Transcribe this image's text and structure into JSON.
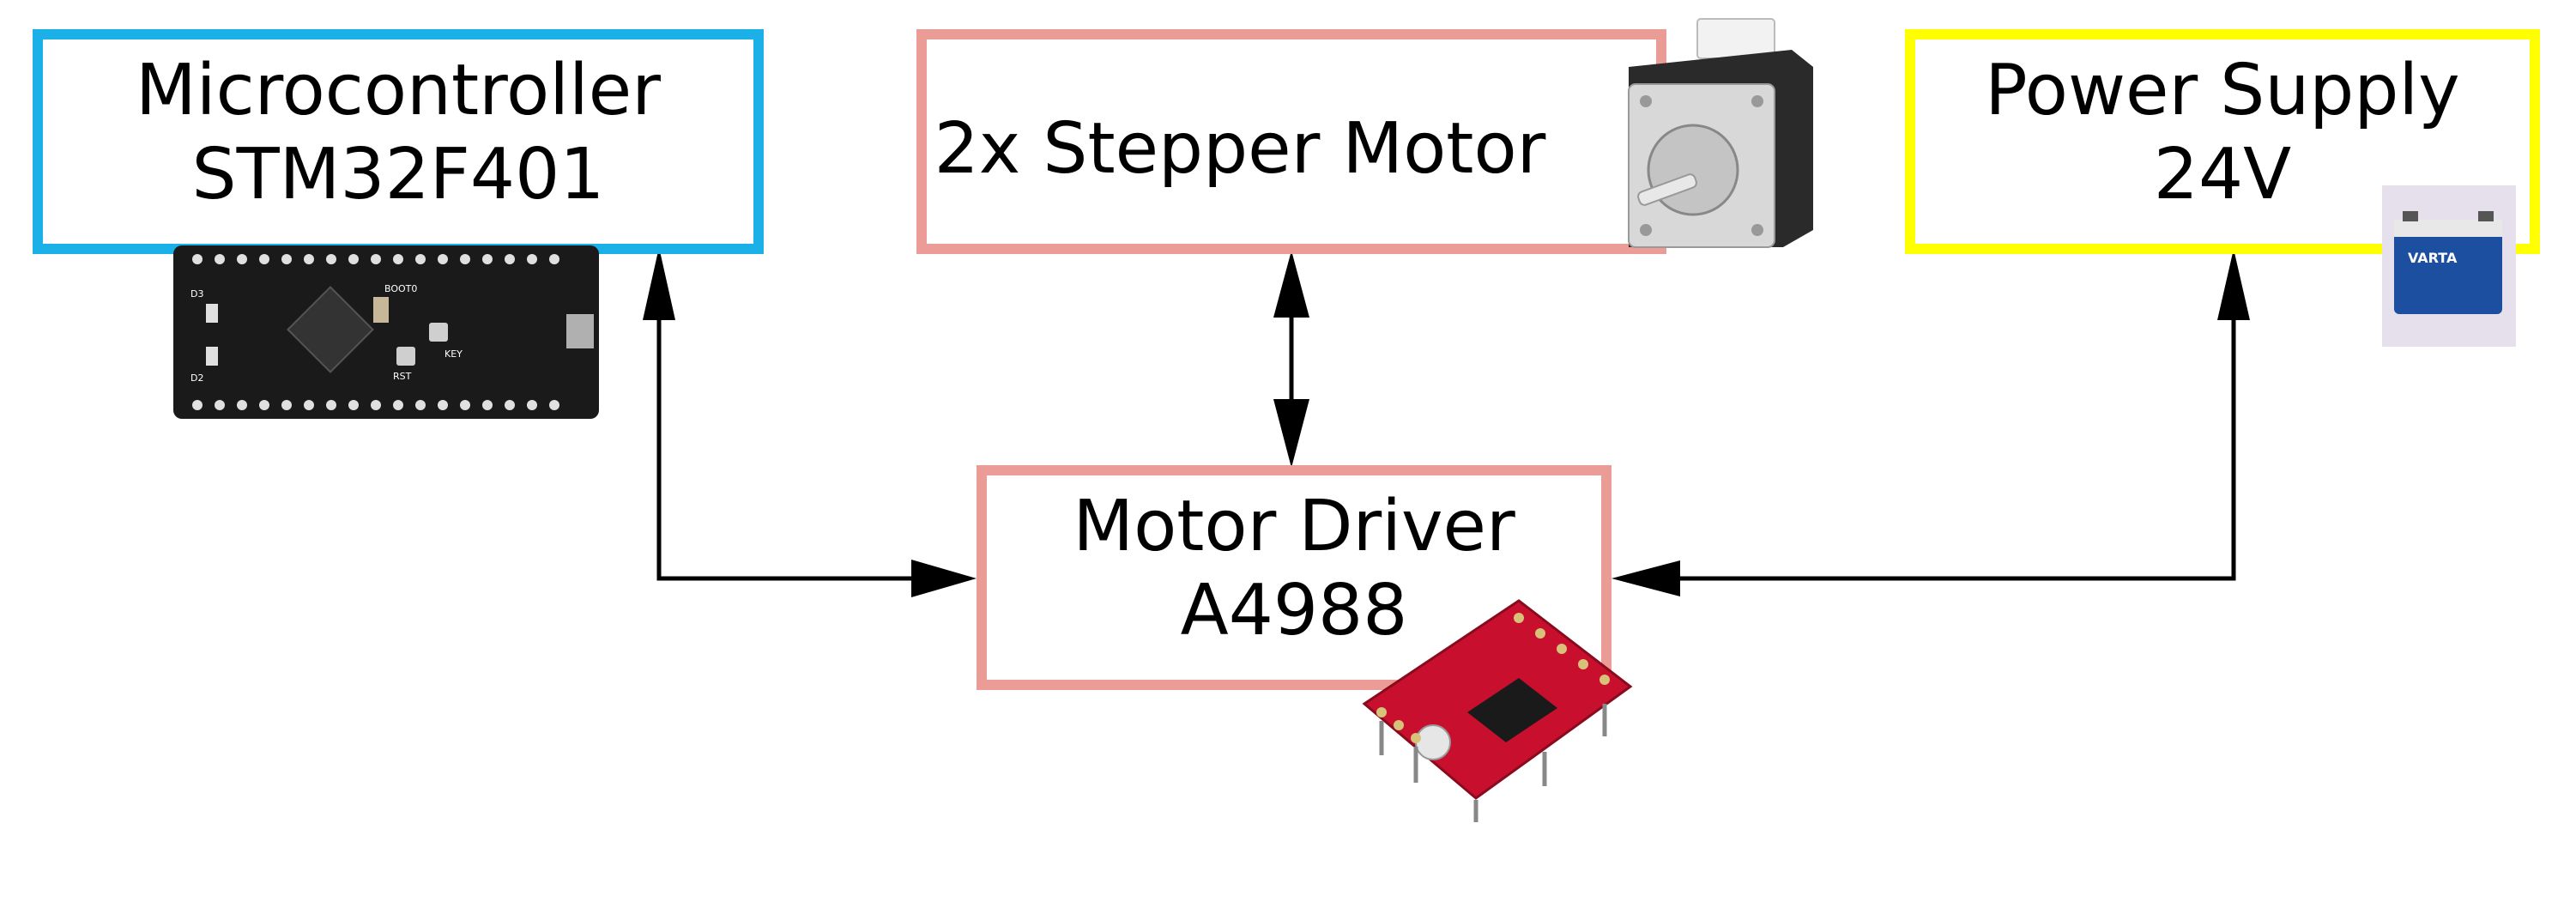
{
  "colors": {
    "microcontroller": "#1bb0e8",
    "stepper": "#ec9c96",
    "power": "#ffff00",
    "driver": "#ec9c96",
    "arrow": "#000000",
    "pcb_black": "#1a1a1a",
    "driver_board": "#c8102e",
    "battery": "#1c4fa0"
  },
  "nodes": {
    "microcontroller": {
      "line1": "Microcontroller",
      "line2": "STM32F401",
      "image_icon": "stm32-board-icon"
    },
    "stepper": {
      "line1": "2x Stepper Motor",
      "image_icon": "stepper-motor-icon"
    },
    "power": {
      "line1": "Power Supply",
      "line2": "24V",
      "image_icon": "battery-icon"
    },
    "driver": {
      "line1": "Motor Driver",
      "line2": "A4988",
      "image_icon": "a4988-driver-icon"
    }
  },
  "images": {
    "stm32_labels": {
      "boot": "BOOT0",
      "key": "KEY",
      "rst": "RST",
      "d2": "D2",
      "d3": "D3"
    },
    "battery_brand": "VARTA"
  },
  "connections": [
    {
      "from": "microcontroller",
      "to": "driver",
      "bidirectional": true
    },
    {
      "from": "stepper",
      "to": "driver",
      "bidirectional": true
    },
    {
      "from": "power",
      "to": "driver",
      "bidirectional": true
    }
  ]
}
